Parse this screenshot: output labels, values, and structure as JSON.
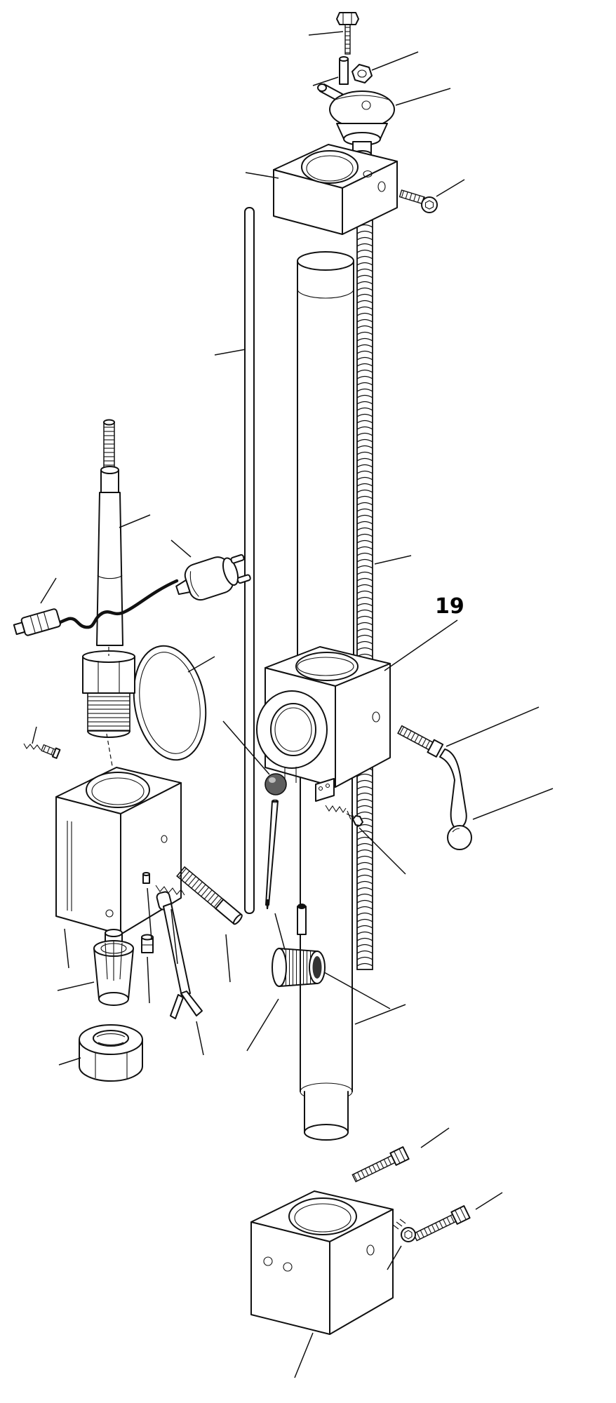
{
  "diagram": {
    "type": "exploded-assembly-diagram",
    "callout": {
      "label": "19"
    },
    "colors": {
      "line": "#111111",
      "background": "#ffffff",
      "detent_ball": "#5e5e5e",
      "bore_dark": "#333333",
      "pin_tip": "#111111"
    },
    "parts": [
      "top-hex-bolt",
      "retaining-pin",
      "small-hex-nut",
      "bearing-cap",
      "top-guide-block",
      "socket-head-screw-top",
      "guide-rod",
      "lead-screw",
      "column-upper",
      "column-lower",
      "mounting-disc",
      "probe-stud",
      "probe-body",
      "probe-hex-fitting",
      "power-plug",
      "power-cable",
      "cable-connector",
      "left-clamp-block",
      "spring-set-screw-small",
      "collet-adapter",
      "coupling-hex-nut",
      "dowel-pin",
      "compression-spring",
      "threaded-stud",
      "lock-nut",
      "fork-lever",
      "knurled-knob",
      "cap-pin",
      "carriage-clamp-block-19",
      "half-nut-bracket",
      "clamp-spring-screw",
      "ball-handle",
      "detent-ball",
      "taper-pin",
      "base-block",
      "hex-bolt-1",
      "hex-bolt-2",
      "socket-set-screw"
    ]
  }
}
